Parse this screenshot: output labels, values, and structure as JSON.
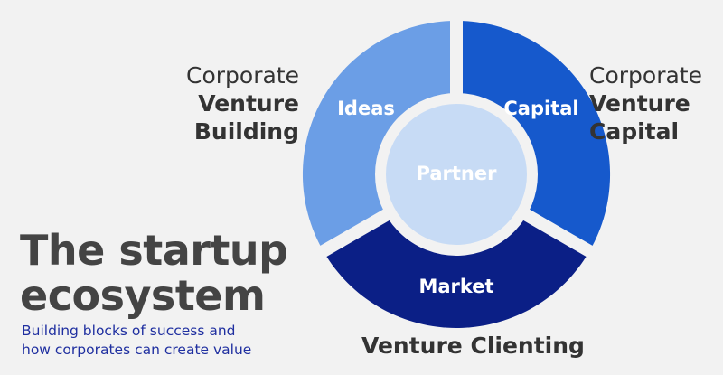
{
  "diagram": {
    "segments": [
      {
        "label": "Ideas",
        "color": "#6b9ee6"
      },
      {
        "label": "Capital",
        "color": "#1659cc"
      },
      {
        "label": "Market",
        "color": "#0b1f86"
      }
    ],
    "center": {
      "label": "Partner",
      "color": "#c7dbf5"
    }
  },
  "labels": {
    "left": {
      "line1": "Corporate",
      "line2": "Venture",
      "line3": "Building"
    },
    "right": {
      "line1": "Corporate",
      "line2": "Venture",
      "line3": "Capital"
    },
    "bottom": "Venture Clienting"
  },
  "title": {
    "line1": "The startup",
    "line2": "ecosystem"
  },
  "subtitle": {
    "line1": "Building blocks of success and",
    "line2": "how corporates can create value"
  }
}
